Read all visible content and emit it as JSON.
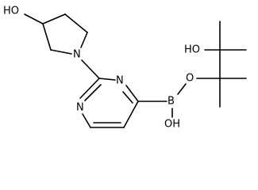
{
  "labels": {
    "hydroxyl_ring": "HO",
    "pyrrolidine_nitrogen": "N",
    "pyrimidine_n_top": "N",
    "pyrimidine_n_bottom": "N",
    "boron": "B",
    "boron_oxygen": "O",
    "boron_hydroxyl": "OH",
    "pinacol_hydroxyl": "HO"
  },
  "colors": {
    "ink": "#000000",
    "background": "#ffffff"
  }
}
